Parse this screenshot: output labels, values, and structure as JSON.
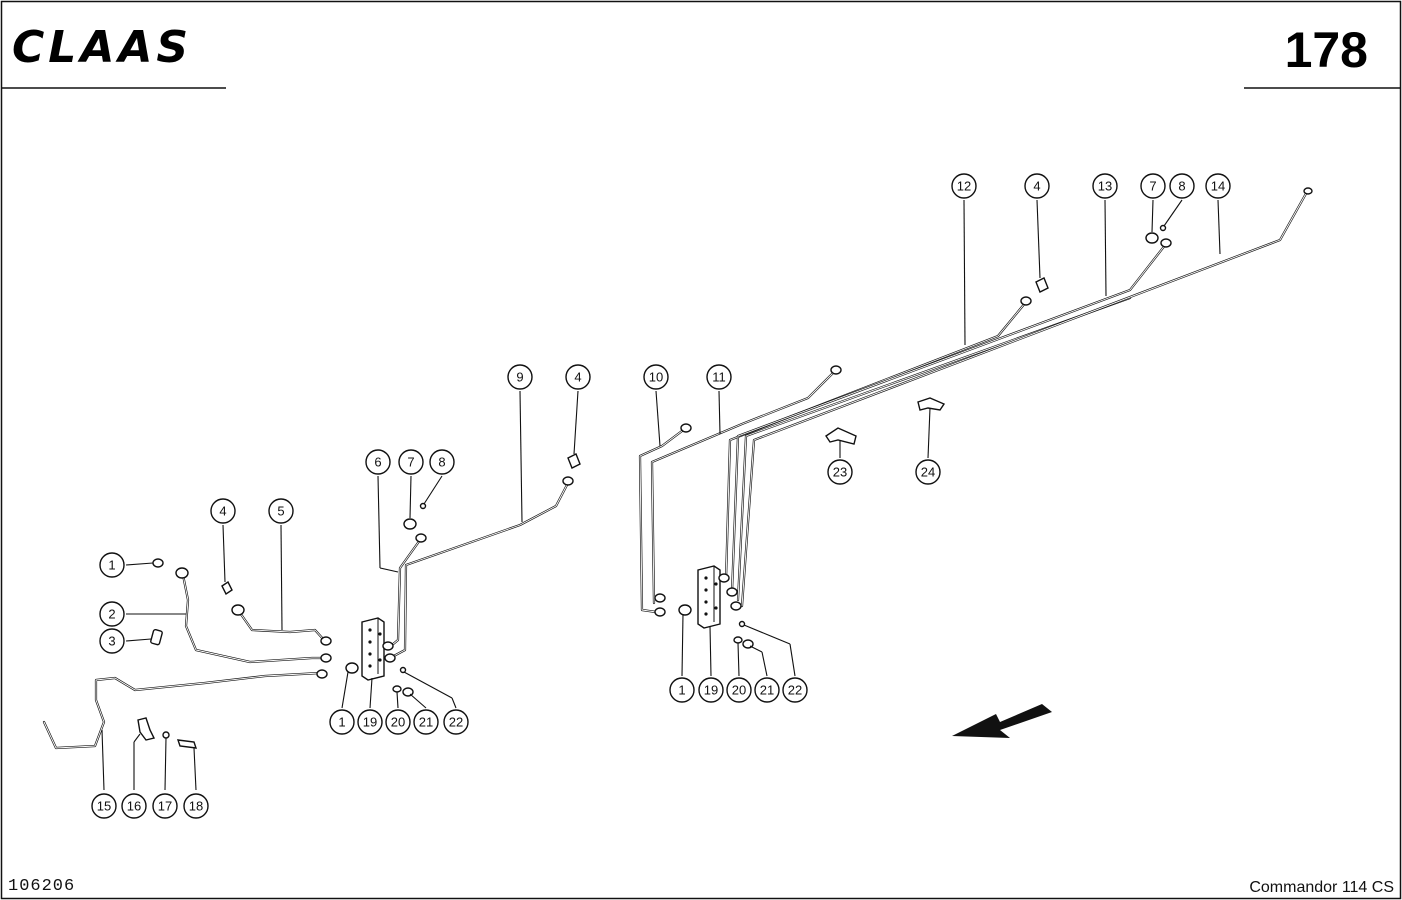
{
  "header": {
    "brand": "CLAAS",
    "page_number": "178"
  },
  "footer": {
    "drawing_number": "106206",
    "model": "Commandor 114 CS"
  },
  "callouts": [
    {
      "id": "c1a",
      "label": "1"
    },
    {
      "id": "c2",
      "label": "2"
    },
    {
      "id": "c3",
      "label": "3"
    },
    {
      "id": "c4a",
      "label": "4"
    },
    {
      "id": "c5",
      "label": "5"
    },
    {
      "id": "c6",
      "label": "6"
    },
    {
      "id": "c7a",
      "label": "7"
    },
    {
      "id": "c8a",
      "label": "8"
    },
    {
      "id": "c9",
      "label": "9"
    },
    {
      "id": "c4b",
      "label": "4"
    },
    {
      "id": "c10",
      "label": "10"
    },
    {
      "id": "c11",
      "label": "11"
    },
    {
      "id": "c12",
      "label": "12"
    },
    {
      "id": "c4c",
      "label": "4"
    },
    {
      "id": "c13",
      "label": "13"
    },
    {
      "id": "c7b",
      "label": "7"
    },
    {
      "id": "c8b",
      "label": "8"
    },
    {
      "id": "c14",
      "label": "14"
    },
    {
      "id": "c23",
      "label": "23"
    },
    {
      "id": "c24",
      "label": "24"
    },
    {
      "id": "c1b",
      "label": "1"
    },
    {
      "id": "c19a",
      "label": "19"
    },
    {
      "id": "c20a",
      "label": "20"
    },
    {
      "id": "c21a",
      "label": "21"
    },
    {
      "id": "c22a",
      "label": "22"
    },
    {
      "id": "c1c",
      "label": "1"
    },
    {
      "id": "c19b",
      "label": "19"
    },
    {
      "id": "c20b",
      "label": "20"
    },
    {
      "id": "c21b",
      "label": "21"
    },
    {
      "id": "c22b",
      "label": "22"
    },
    {
      "id": "c15",
      "label": "15"
    },
    {
      "id": "c16",
      "label": "16"
    },
    {
      "id": "c17",
      "label": "17"
    },
    {
      "id": "c18",
      "label": "18"
    }
  ]
}
